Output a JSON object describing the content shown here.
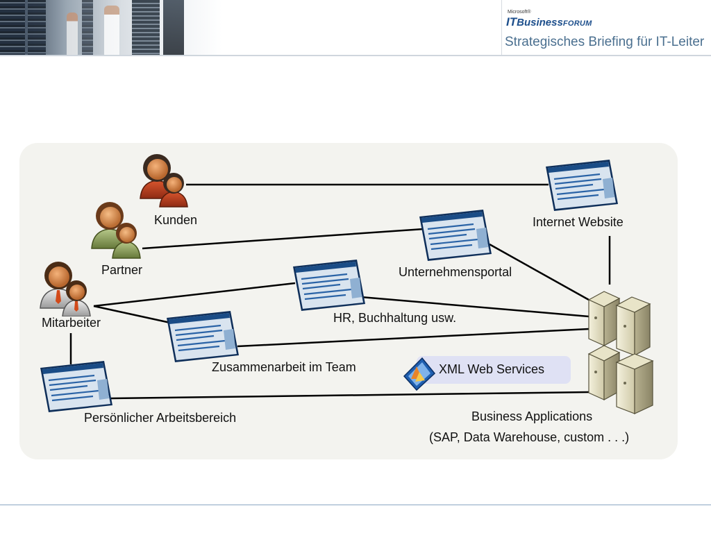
{
  "header": {
    "brand_small": "Microsoft®",
    "brand_it": "IT",
    "brand_business": "Business",
    "brand_forum": "FORUM",
    "tagline": "Strategisches Briefing für IT-Leiter"
  },
  "diagram": {
    "people": {
      "kunden": "Kunden",
      "partner": "Partner",
      "mitarbeiter": "Mitarbeiter"
    },
    "apps": {
      "internet_website": "Internet Website",
      "unternehmensportal": "Unternehmensportal",
      "hr": "HR, Buchhaltung usw.",
      "zusammenarbeit": "Zusammenarbeit im Team",
      "persoenlich": "Persönlicher Arbeitsbereich"
    },
    "xml": "XML Web Services",
    "business_apps": {
      "line1": "Business Applications",
      "line2": "(SAP, Data Warehouse, custom . . .)"
    }
  },
  "colors": {
    "panel": "#f3f3ef",
    "brand_blue": "#1d4f8c",
    "tagline": "#4a6f8f",
    "xml_pill": "#dfe1f4",
    "connector": "#000000"
  }
}
